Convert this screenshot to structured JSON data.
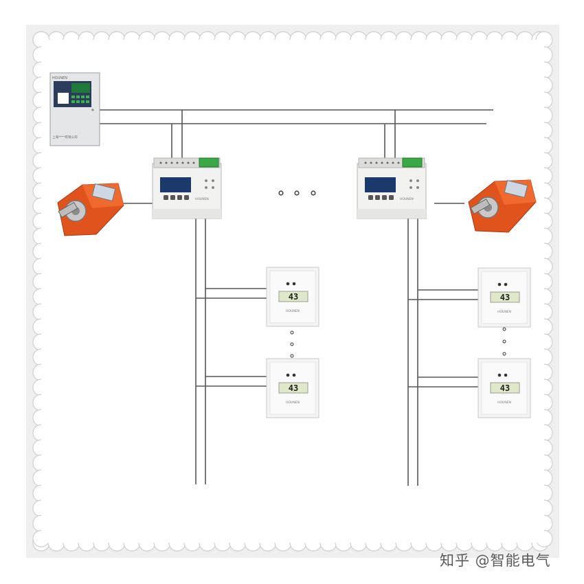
{
  "colors": {
    "frame_fill": "#efefef",
    "frame_border": "#d0d0d0",
    "wire": "#555555",
    "module_body": "#f2f2f0",
    "module_display": "#1a3a6b",
    "terminal_green": "#3aa845",
    "actuator_orange": "#e0531d",
    "sensor_plate": "#f4f4f4",
    "sensor_lcd": "#dfe9c9"
  },
  "icons": {
    "controller": "fire-damper-controller-cabinet-icon",
    "module": "din-rail-control-module-icon",
    "actuator": "damper-actuator-icon",
    "sensor": "wall-mounted-sensor-panel-icon"
  },
  "controller": {
    "brand": "HOUNEN",
    "footer": "上海****有限公司"
  },
  "modules": {
    "brand": "HOUNEN"
  },
  "sensors": {
    "brand": "HOUNEN",
    "reading": "43"
  },
  "ellipsis": "• • •",
  "watermark": "知乎 @智能电气"
}
